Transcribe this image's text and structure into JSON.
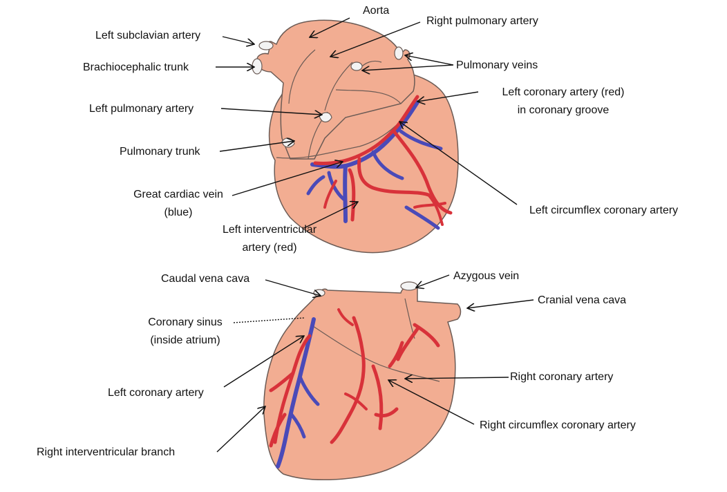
{
  "colors": {
    "heart_fill": "#f2ad92",
    "heart_shade": "#e8957a",
    "outline": "#6b5b55",
    "artery": "#d8323a",
    "vein": "#4a4ab8",
    "vessel_white": "#f3f3f3",
    "label_text": "#111111"
  },
  "dorsal_view": {
    "labels": {
      "aorta": "Aorta",
      "left_subclavian_artery": "Left subclavian artery",
      "right_pulmonary_artery": "Right pulmonary artery",
      "brachiocephalic_trunk": "Brachiocephalic trunk",
      "pulmonary_veins": "Pulmonary veins",
      "left_coronary_artery_line1": "Left coronary artery (red)",
      "left_coronary_artery_line2": "in coronary groove",
      "left_pulmonary_artery": "Left pulmonary artery",
      "pulmonary_trunk": "Pulmonary trunk",
      "great_cardiac_vein_line1": "Great cardiac vein",
      "great_cardiac_vein_line2": "(blue)",
      "left_circumflex_coronary_artery": "Left circumflex coronary artery",
      "left_interventricular_artery_line1": "Left interventricular",
      "left_interventricular_artery_line2": "artery (red)"
    }
  },
  "ventral_view": {
    "labels": {
      "caudal_vena_cava": "Caudal vena cava",
      "azygous_vein": "Azygous vein",
      "cranial_vena_cava": "Cranial vena cava",
      "coronary_sinus_line1": "Coronary sinus",
      "coronary_sinus_line2": "(inside atrium)",
      "right_coronary_artery": "Right coronary artery",
      "left_coronary_artery": "Left coronary artery",
      "right_circumflex_coronary_artery": "Right circumflex coronary artery",
      "right_interventricular_branch": "Right interventricular branch"
    }
  }
}
